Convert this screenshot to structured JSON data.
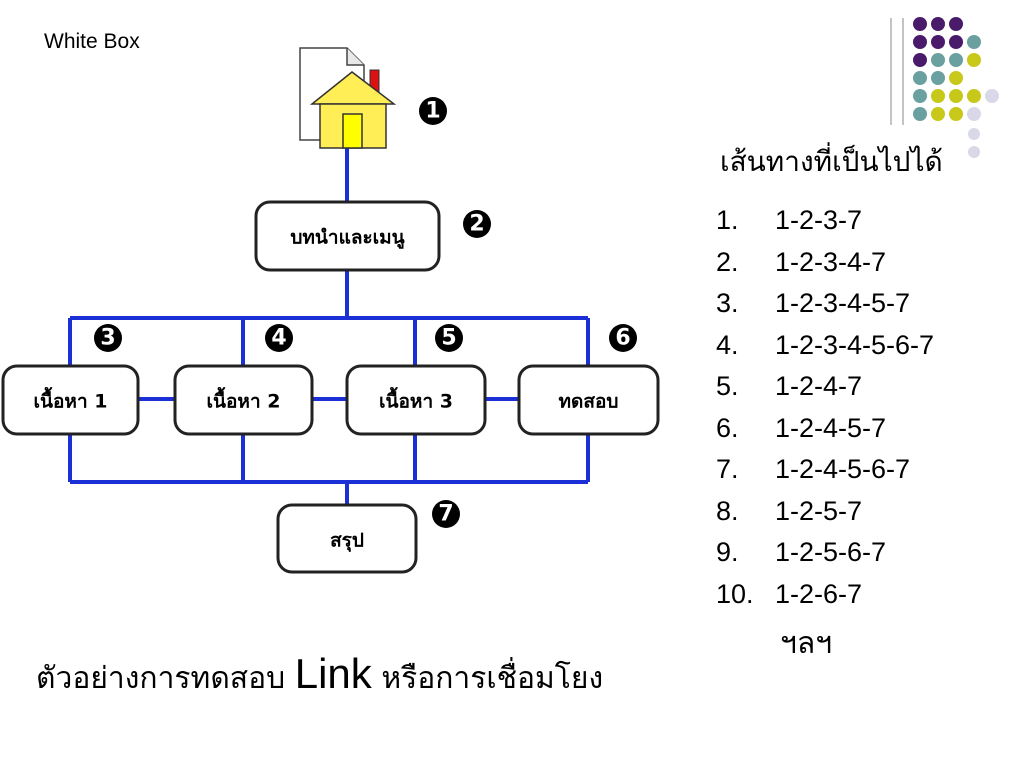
{
  "corner_label": "White Box",
  "nodes": [
    {
      "id": "intro",
      "label": "บทนำและเมนู"
    },
    {
      "id": "content1",
      "label": "เนื้อหา 1"
    },
    {
      "id": "content2",
      "label": "เนื้อหา 2"
    },
    {
      "id": "content3",
      "label": "เนื้อหา 3"
    },
    {
      "id": "test",
      "label": "ทดสอบ"
    },
    {
      "id": "summary",
      "label": "สรุป"
    }
  ],
  "markers": [
    "1",
    "2",
    "3",
    "4",
    "5",
    "6",
    "7"
  ],
  "paths_title": "เส้นทางที่เป็นไปได้",
  "paths": [
    {
      "n": "1.",
      "path": "1-2-3-7"
    },
    {
      "n": "2.",
      "path": "1-2-3-4-7"
    },
    {
      "n": "3.",
      "path": "1-2-3-4-5-7"
    },
    {
      "n": "4.",
      "path": "1-2-3-4-5-6-7"
    },
    {
      "n": "5.",
      "path": "1-2-4-7"
    },
    {
      "n": "6.",
      "path": "1-2-4-5-7"
    },
    {
      "n": "7.",
      "path": "1-2-4-5-6-7"
    },
    {
      "n": "8.",
      "path": "1-2-5-7"
    },
    {
      "n": "9.",
      "path": "1-2-5-6-7"
    },
    {
      "n": "10.",
      "path": "1-2-6-7"
    }
  ],
  "etc": "ฯลฯ",
  "caption": {
    "before": "ตัวอย่างการทดสอบ",
    "big": "Link",
    "after": "หรือการเชื่อมโยง"
  },
  "colors": {
    "connector": "#1a2fd6",
    "dot_purple": "#4a1a6b",
    "dot_teal": "#6aa0a0",
    "dot_yellow": "#c8c81a",
    "dot_lavender": "#d8d8e8"
  },
  "icons": [
    "home-page-icon"
  ]
}
